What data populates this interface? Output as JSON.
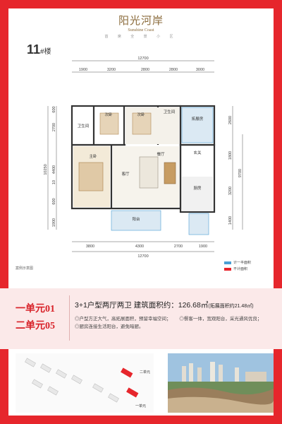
{
  "brand": {
    "name": "阳光河岸",
    "sub": "Sunshine Coast",
    "tagline": "首 席 全 景 小 区"
  },
  "building": {
    "number": "11",
    "unit": "#楼"
  },
  "plan": {
    "top_total": "12700",
    "top_dims": [
      "1900",
      "3200",
      "2800",
      "2800",
      "3000"
    ],
    "bottom_dims": [
      "3800",
      "4300",
      "2700",
      "1900"
    ],
    "bottom_total": "12700",
    "left_total": "10250",
    "left_dims": [
      "600",
      "2700",
      "4400",
      "1900"
    ],
    "left_mid": "10",
    "left_lower": "600",
    "right_dims": [
      "2600",
      "1800",
      "3200",
      "1400"
    ],
    "right_total": "9700",
    "rooms": {
      "bath1": "卫生间",
      "bath2": "卫生间",
      "bed1": "次卧",
      "bed2": "次卧",
      "master": "主卧",
      "dining": "餐厅",
      "living": "客厅",
      "entrance": "玄关",
      "kitchen": "厨房",
      "balcony_ext": "拓展房",
      "balcony": "阳台"
    }
  },
  "legend": {
    "half": "计一半面积",
    "none": "不计面积"
  },
  "legend_colors": {
    "half": "#4a9fd4",
    "none": "#e8232a"
  },
  "note": "案例示意图",
  "units": [
    "一单元01",
    "二单元05"
  ],
  "info": {
    "type": "3+1户型两厅两卫",
    "area_label": "建筑面积约：",
    "area": "126.68㎡",
    "ext": "(拓展面积约21.48㎡)"
  },
  "features": [
    "◎户型方正大气，高拓展面积，预留幸福空间；",
    "◎餐客一体，宽观阳台，采光通风优良；",
    "◎厨房连接生活阳台，避免暗厨。"
  ],
  "map_labels": {
    "south": "一单元",
    "north": "二单元"
  },
  "colors": {
    "brand_red": "#e6262c",
    "info_bg": "#fbe9e9"
  }
}
